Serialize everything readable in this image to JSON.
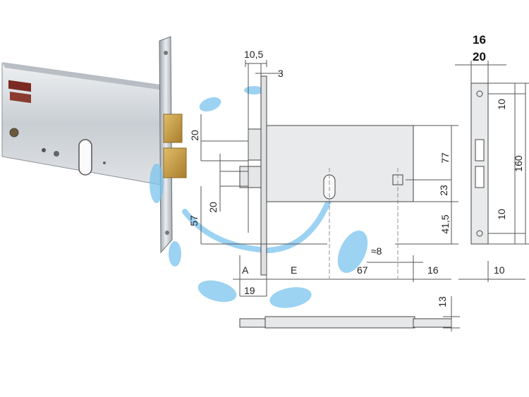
{
  "drawing": {
    "dims": {
      "top_left": "10,5",
      "faceplate_offset": "3",
      "height_20_upper": "20",
      "height_20_lower": "20",
      "height_57": "57",
      "height_77": "77",
      "height_23": "23",
      "height_41_5": "41,5",
      "diam_8": "≈8",
      "label_a": "A",
      "label_e": "E",
      "width_67": "67",
      "width_16": "16",
      "width_19": "19",
      "thickness_13": "13",
      "side_top_16": "16",
      "side_top_20": "20",
      "side_10_upper": "10",
      "side_160": "160",
      "side_10_lower": "10",
      "side_bottom_10": "10"
    }
  },
  "colors": {
    "metal_light": "#e4e6e8",
    "metal_dark": "#9aa1a8",
    "brass": "#c9a24a",
    "watermark": "#7cc4ee"
  }
}
